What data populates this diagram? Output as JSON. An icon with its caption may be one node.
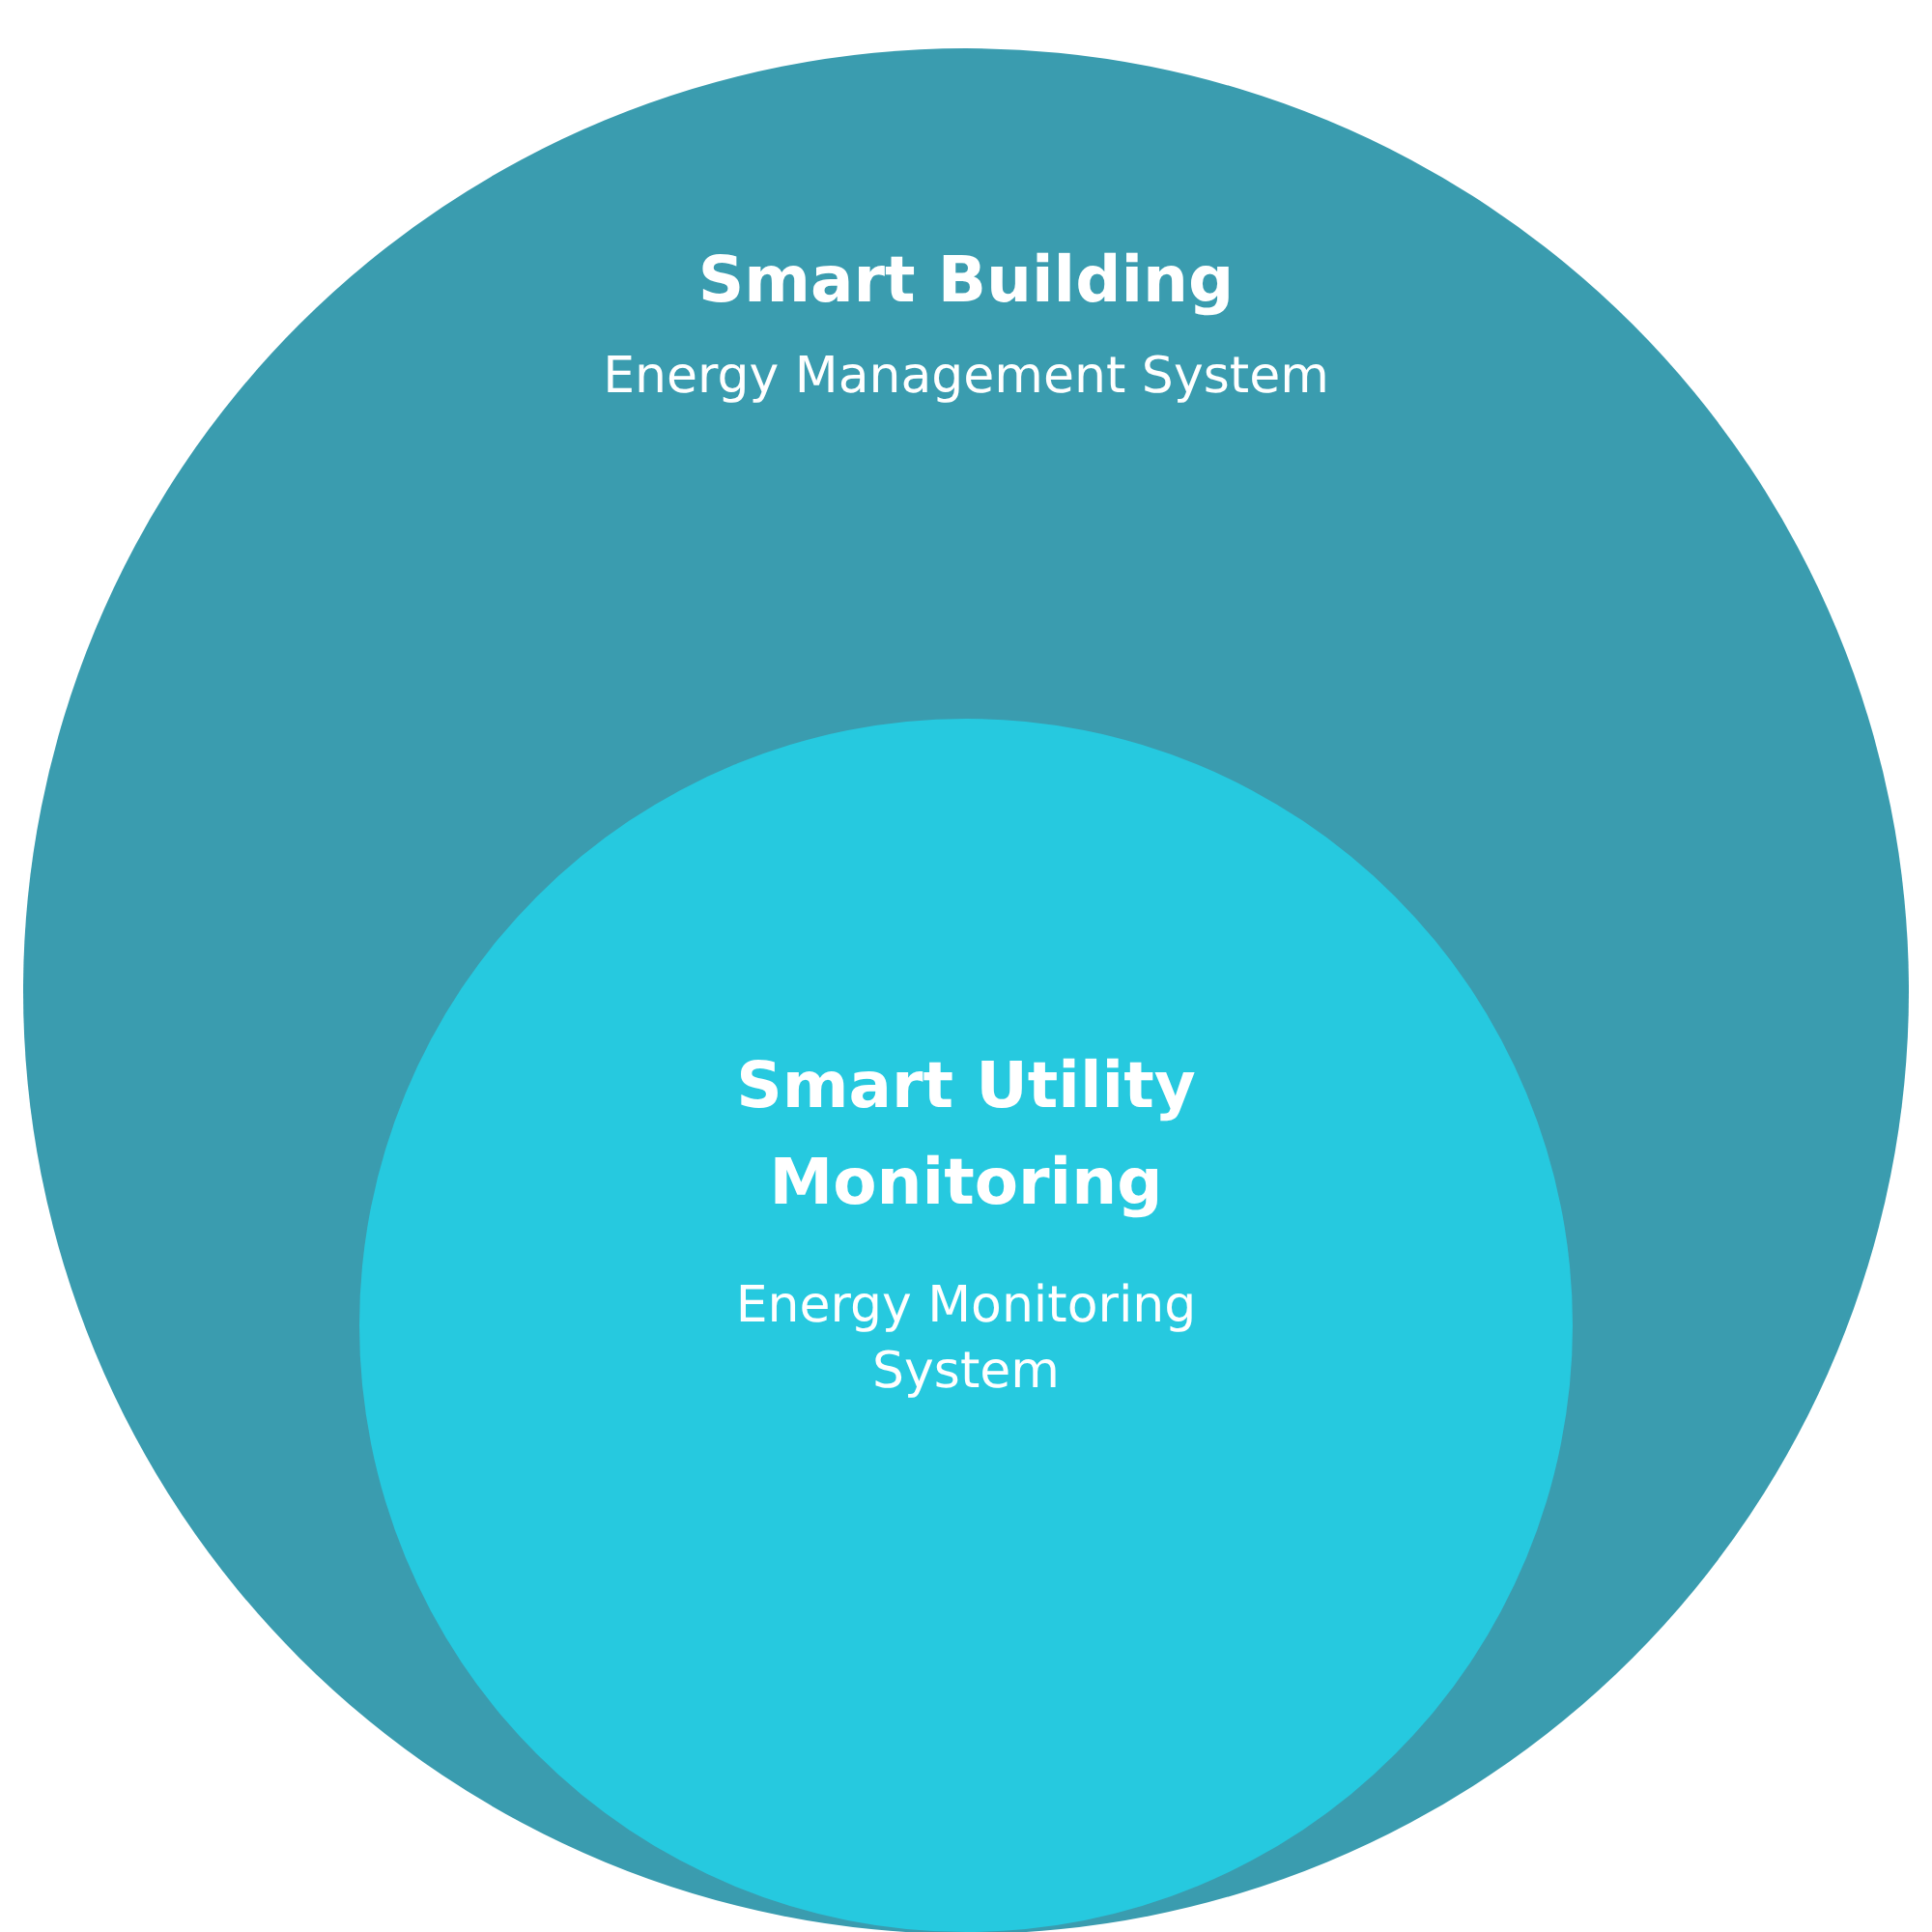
{
  "diagram": {
    "nodes": [
      {
        "text": [
          "Smart Building",
          "Energy Management System"
        ]
      },
      {
        "text": [
          "Smart Utility Monitoring",
          "Energy Monitoring System"
        ],
        "in": 0
      }
    ]
  }
}
